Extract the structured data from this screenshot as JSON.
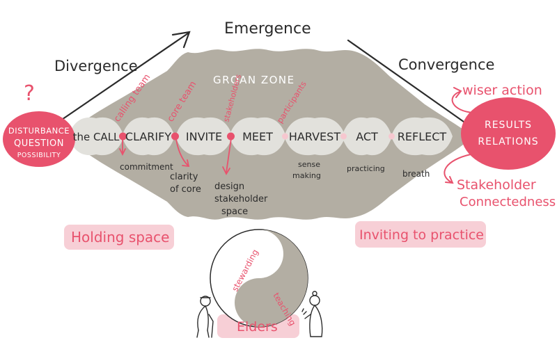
{
  "colors": {
    "grey_band": "#b3aea3",
    "grey_node": "#e2e1dc",
    "accent": "#e8526d",
    "accent_soft": "#f6c7cf",
    "ink": "#2b2b2b",
    "white": "#ffffff"
  },
  "header": {
    "emergence": "Emergence",
    "divergence": "Divergence",
    "convergence": "Convergence",
    "groan_zone": "GROAN ZONE"
  },
  "start": {
    "question_mark": "?",
    "line1": "DISTURBANCE",
    "line2": "QUESTION",
    "line3": "POSSIBILITY"
  },
  "end": {
    "line1": "RESULTS",
    "line2": "RELATIONS",
    "wiser_action": "wiser action",
    "stakeholder": "Stakeholder",
    "connectedness": "Connectedness"
  },
  "phases": [
    {
      "label": "the CALL"
    },
    {
      "label": "CLARIFY"
    },
    {
      "label": "INVITE"
    },
    {
      "label": "MEET"
    },
    {
      "label": "HARVEST"
    },
    {
      "label": "ACT"
    },
    {
      "label": "REFLECT"
    }
  ],
  "roles": {
    "calling_team": "calling team",
    "core_team": "core team",
    "stakeholders": "stakeholders",
    "participants": "participants"
  },
  "outcomes": {
    "commitment": "commitment",
    "clarity_1": "clarity",
    "clarity_2": "of core",
    "design_1": "design",
    "design_2": "stakeholder",
    "design_3": "space",
    "sense_1": "sense",
    "sense_2": "making",
    "practicing": "practicing",
    "breath": "breath"
  },
  "bottom": {
    "holding_space": "Holding space",
    "inviting_to_practice": "Inviting to practice",
    "stewarding": "stewarding",
    "teaching": "teaching",
    "elders": "Elders"
  }
}
